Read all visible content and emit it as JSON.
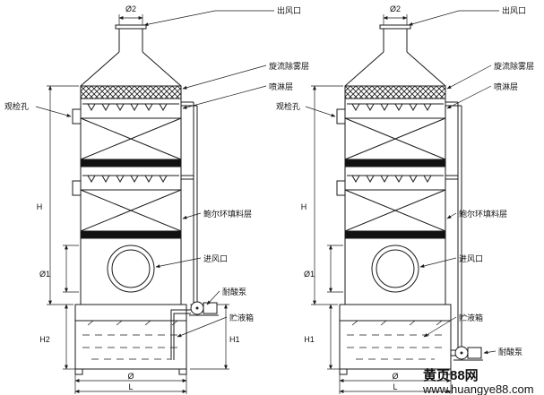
{
  "diagram": {
    "labels": {
      "outlet": "出风口",
      "dia2": "Ø2",
      "demister": "旋流除雾层",
      "spray": "喷淋层",
      "inspection": "观检孔",
      "h": "H",
      "packing": "鲍尔环填料层",
      "inlet": "进风口",
      "dia1": "Ø1",
      "pump": "耐酸泵",
      "h2": "H2",
      "tank": "贮液箱",
      "h1": "H1",
      "dia": "Ø",
      "l": "L"
    },
    "watermark": {
      "title": "黄页88网",
      "url": "www.huangye88.com",
      "color": "#ef8200"
    },
    "colors": {
      "line": "#1a1a1a",
      "background": "#ffffff"
    }
  }
}
